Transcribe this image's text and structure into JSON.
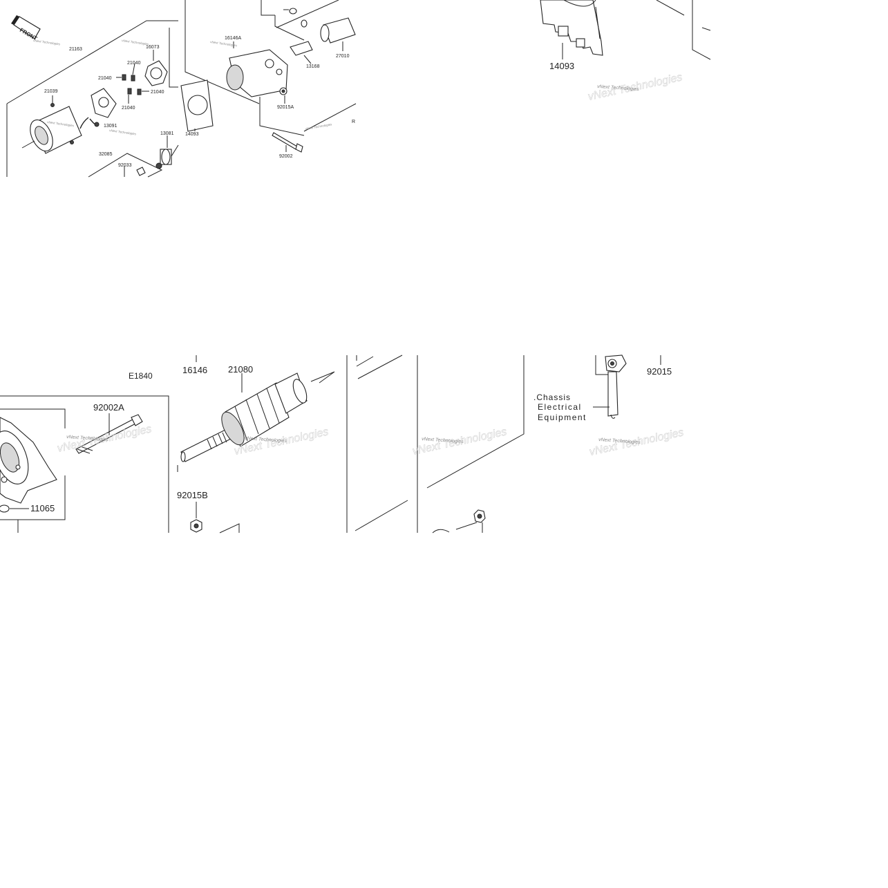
{
  "front_badge": "FRONT",
  "watermark": "vNext Technologies",
  "top_left_panel": {
    "labels": [
      "21163",
      "16073",
      "21040",
      "21040",
      "21040",
      "21040",
      "21039",
      "13091",
      "13081",
      "32085",
      "92033",
      "14093",
      "16146A",
      "27010",
      "13168",
      "92015A",
      "92002",
      "R"
    ]
  },
  "top_right_panel": {
    "labels": [
      "14093"
    ]
  },
  "bottom_panel": {
    "diagram_code": "E1840",
    "labels": [
      "92002A",
      "11065",
      "16146",
      "21080",
      "92015B",
      "92015"
    ],
    "reference_note": [
      ".Chassis",
      "Electrical",
      "Equipment"
    ]
  }
}
